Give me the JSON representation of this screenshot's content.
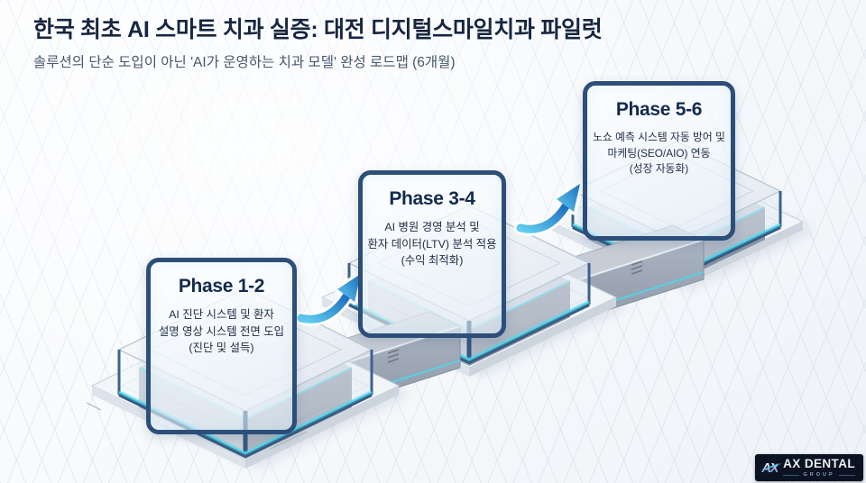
{
  "header": {
    "title": "한국 최초 AI 스마트 치과 실증: 대전 디지털스마일치과 파일럿",
    "subtitle": "솔루션의 단순 도입이 아닌 'AI가 운영하는 치과 모델' 완성 로드맵 (6개월)"
  },
  "phases": [
    {
      "title": "Phase 1-2",
      "lines": [
        "AI 진단 시스템 및 환자",
        "설명 영상 시스템 전면 도입",
        "(진단 및 설득)"
      ]
    },
    {
      "title": "Phase 3-4",
      "lines": [
        "AI 병원 경영 분석 및",
        "환자 데이터(LTV) 분석 적용",
        "(수익 최적화)"
      ]
    },
    {
      "title": "Phase 5-6",
      "lines": [
        "노쇼 예측 시스템 자동 방어 및",
        "마케팅(SEO/AIO) 연동",
        "(성장 자동화)"
      ]
    }
  ],
  "illustration": {
    "description": "isometric roadmap: three glass server platforms connected by bridges",
    "arrow_icon": "curved-up-right-arrow"
  },
  "logo": {
    "mark": "AX",
    "name": "AX DENTAL",
    "group": "GROUP"
  },
  "colors": {
    "title_text": "#17263f",
    "subtitle_text": "#46566c",
    "card_border": "#2c4e79",
    "accent_cyan": "#4fd6ea",
    "arrow_blue_start": "#62cdf0",
    "arrow_blue_end": "#1d6ec0",
    "logo_background": "#0b1322",
    "page_background": "#f6f8fb"
  }
}
